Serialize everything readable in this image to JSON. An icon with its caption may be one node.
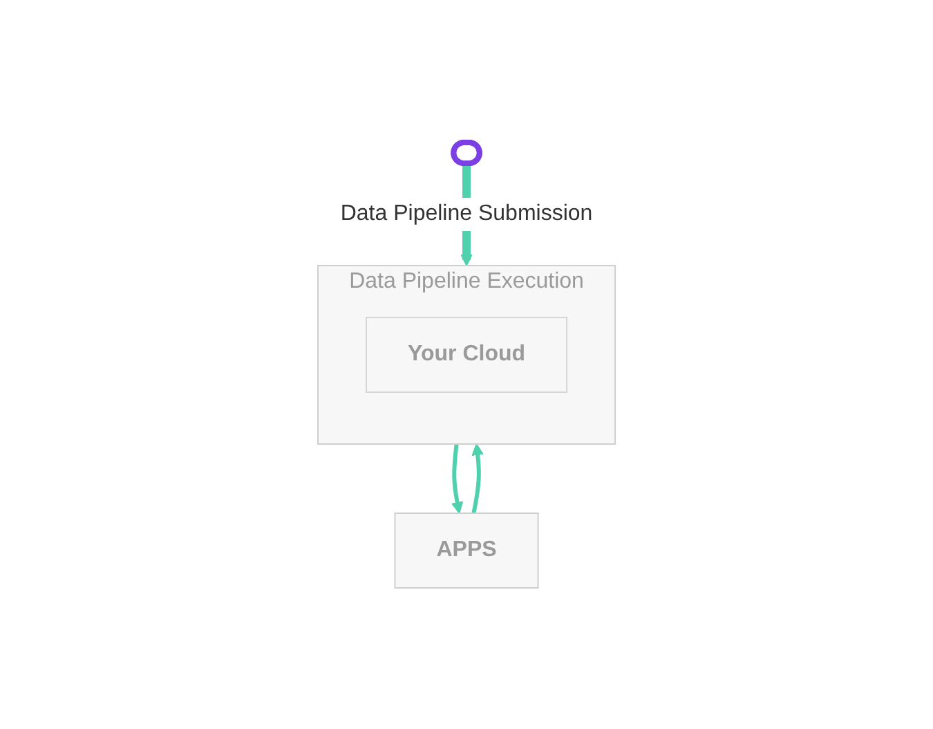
{
  "diagram": {
    "nodes": [
      {
        "text": [],
        "shape": "stadium"
      },
      {
        "text": [
          "Data Pipeline Execution"
        ]
      },
      {
        "text": [
          "Your Cloud"
        ],
        "in": 1
      },
      {
        "text": [
          "APPS"
        ]
      }
    ],
    "edges": [
      {
        "from": 0,
        "to": 1,
        "arrow": "to",
        "label": "Data Pipeline Submission",
        "style": "thick"
      },
      {
        "from": 1,
        "to": 3,
        "arrow": "to"
      },
      {
        "from": 3,
        "to": 1,
        "arrow": "to"
      }
    ]
  }
}
